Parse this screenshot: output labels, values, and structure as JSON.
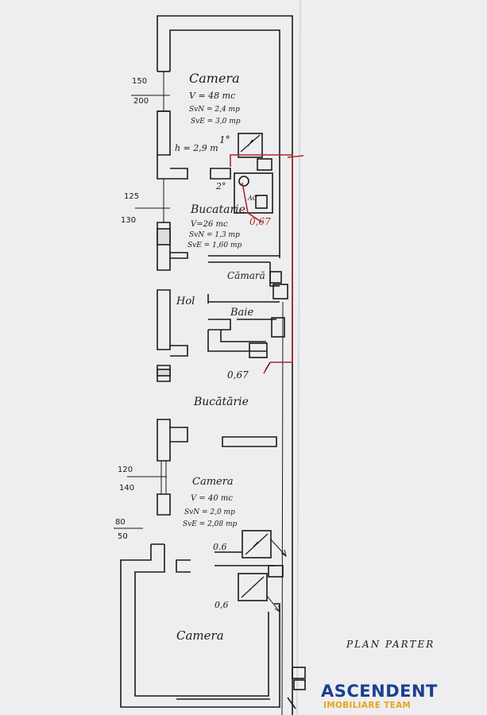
{
  "plan": {
    "title": "PLAN PARTER",
    "rooms": {
      "camera_top": {
        "name": "Camera",
        "v": "V = 48 mc",
        "svn": "SvN = 2,4 mp",
        "sve": "SvE = 3,0 mp"
      },
      "bucatarie_top": {
        "name": "Bucatarie",
        "v": "V=26 mc",
        "svn": "SvN = 1,3 mp",
        "sve": "SvE = 1,60 mp"
      },
      "camara": {
        "name": "Cămară"
      },
      "hol": {
        "name": "Hol"
      },
      "baie": {
        "name": "Baie"
      },
      "bucatarie_mid": {
        "name": "Bucătărie"
      },
      "camera_mid": {
        "name": "Camera",
        "v": "V = 40 mc",
        "svn": "SvN = 2,0 mp",
        "sve": "SvE = 2,08 mp"
      },
      "camera_bottom": {
        "name": "Camera"
      }
    },
    "dimensions": {
      "d150": "150",
      "d200": "200",
      "d125": "125",
      "d130": "130",
      "d120": "120",
      "d140": "140",
      "d80": "80",
      "d50": "50"
    },
    "annotations": {
      "height": "h = 2,9 m",
      "one_deg": "1°",
      "two_deg": "2°",
      "ac": "AC",
      "v067_top": "0,67",
      "v067_mid": "0,67",
      "v06_a": "0.6",
      "v06_b": "0,6"
    }
  },
  "logo": {
    "name": "ASCENDENT",
    "tagline": "IMOBILIARE TEAM",
    "colors": {
      "primary": "#1c3f91",
      "accent": "#e7a51d"
    }
  },
  "colors": {
    "ink": "#1a1a1a",
    "red_marker": "#b0262a",
    "paper": "#eeeef0"
  }
}
